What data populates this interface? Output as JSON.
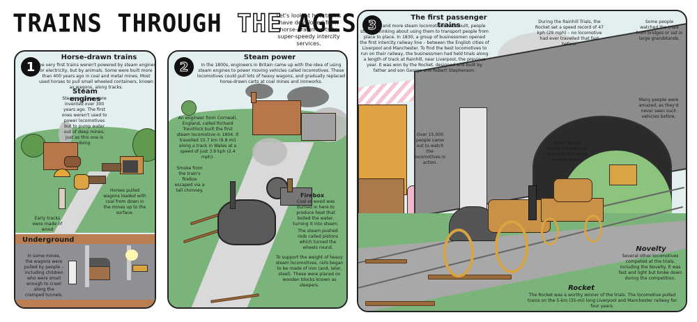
{
  "header": {
    "title_parts": [
      "TRAINS ",
      "THROUGH ",
      "THE ",
      "AGES"
    ],
    "intro": "Let's look at how trains have developed from horse-drawn carts to super-speedy intercity services."
  },
  "panels": [
    {
      "number": "1",
      "title": "Horse-drawn trains",
      "text": "The very first trains weren't powered by steam engines or electricity, but by animals. Some were built more than 400 years ago in coal and metal mines. Most used horses to pull small wheeled containers, known as wagons, along tracks.",
      "sections": [
        {
          "title": "Steam engines",
          "text": "Steam engines were invented over 300 years ago. The first ones weren't used to power locomotives but to pump water out of deep mines, just as this one is doing"
        },
        {
          "title": "",
          "text": "Horses pulled wagons loaded with coal from down in the mines up to the surface."
        },
        {
          "title": "",
          "text": "Early tracks were made of wood"
        },
        {
          "title": "Underground",
          "text": "In some mines, the wagons were pulled by people – including children who were small enough to crawl along the cramped tunnels."
        }
      ]
    },
    {
      "number": "2",
      "title": "Steam power",
      "text": "In the 1800s, engineers in Britain came up with the idea of using steam engines to power moving vehicles called locomotives. These locomotives could pull lots of heavy wagons, and gradually replaced horse-drawn carts at coal mines and ironworks.",
      "sections": [
        {
          "title": "",
          "text": "An engineer from Cornwall, England, called Richard Trevithick built the first steam locomotive in 1804. It travelled 15.7 km (9.8 mi) along a track in Wales at a speed of just 3.9 kph (2.4 mph)."
        },
        {
          "title": "",
          "text": "Smoke from the train's firebox escaped via a tall chimney."
        },
        {
          "title": "Firebox",
          "text": "Coal or wood was burned in here to produce heat that boiled the water, turning it into steam."
        },
        {
          "title": "",
          "text": "The steam pushed rods called pistons which turned the wheels round."
        },
        {
          "title": "",
          "text": "To support the weight of heavy steam locomotives, rails began to be made of iron (and, later, steel). These were placed on wooden blocks known as sleepers."
        }
      ]
    },
    {
      "number": "3",
      "title": "The first passenger trains",
      "text": "As more and more steam locomotives were built, people started thinking about using them to transport people from place to place. In 1830, a group of businessmen opened the first intercity railway line – between the English cities of Liverpool and Manchester. To find the best locomotives to run on their railway, the businessmen had held trials along a length of track at Rainhill, near Liverpool, the previous year. It was won by the Rocket, designed and built by father and son George and Robert Stephenson.",
      "sections": [
        {
          "title": "",
          "text": "During the Rainhill Trials, the Rocket set a speed record of 47 kph (29 mph) – no locomotive had ever travelled that fast before."
        },
        {
          "title": "",
          "text": "Some people watched the trials from bridges or sat in large grandstands."
        },
        {
          "title": "",
          "text": "Over 15,000 people came out to watch the locomotives in action."
        },
        {
          "title": "",
          "text": "Many people were amazed, as they'd never seen such vehicles before."
        },
        {
          "title": "",
          "text": "Water for the Rocket's boiler was stored in this large wooden barrel."
        },
        {
          "title": "Novelty",
          "text": "Several other locomotives competed at the trials, including the Novelty. It was fast and light but broke down during the competition."
        },
        {
          "title": "Rocket",
          "text": "The Rocket was a worthy winner of the trials. The locomotive pulled trains on the 5-km (35-mi) long Liverpool and Manchester railway for four years."
        }
      ]
    }
  ],
  "colors": {
    "sky": "#e3efef",
    "grass": "#7bb47a",
    "dirt": "#b97e52",
    "stone": "#8c8c8c",
    "brass": "#d9a441",
    "badge": "#111111"
  }
}
